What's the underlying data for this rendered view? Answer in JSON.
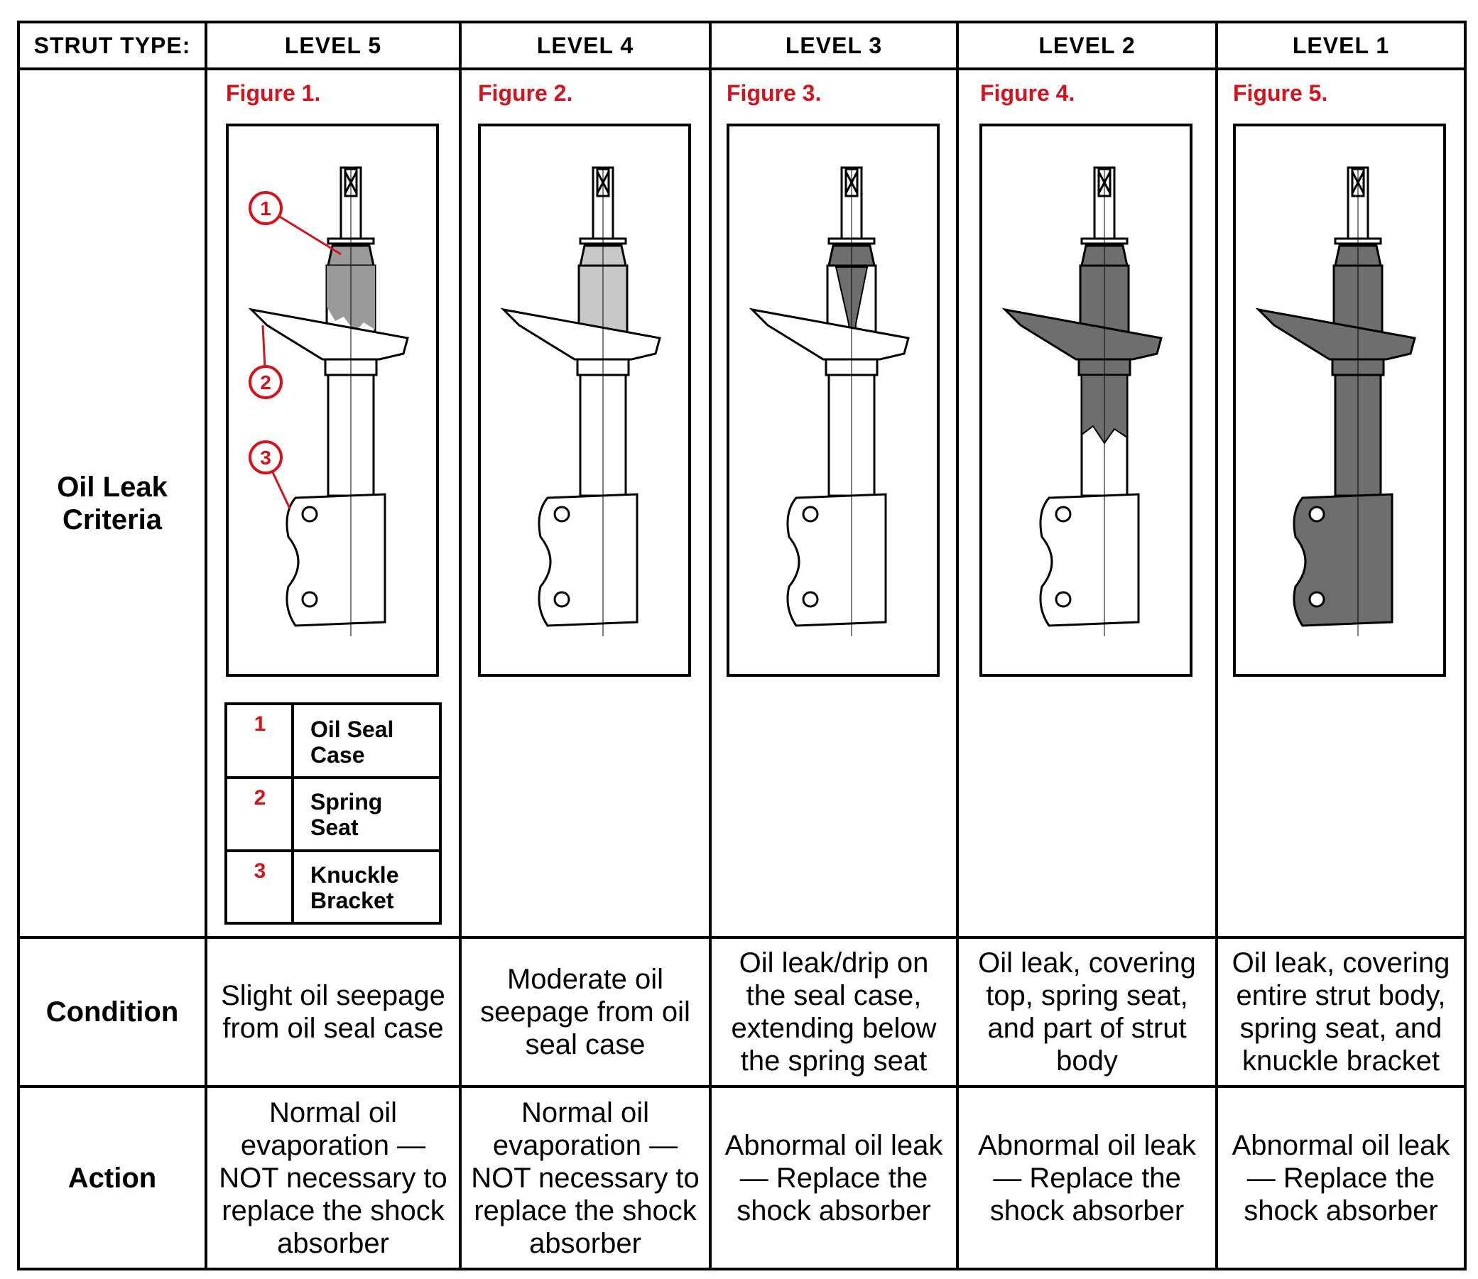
{
  "header": {
    "row_label": "STRUT TYPE:",
    "levels": [
      "LEVEL 5",
      "LEVEL 4",
      "LEVEL 3",
      "LEVEL 2",
      "LEVEL 1"
    ]
  },
  "row_labels": {
    "criteria_line1": "Oil Leak",
    "criteria_line2": "Criteria",
    "condition": "Condition",
    "action": "Action"
  },
  "figures": [
    {
      "label": "Figure 1.",
      "leak": "seal-case-slight"
    },
    {
      "label": "Figure 2.",
      "leak": "seal-case-moderate"
    },
    {
      "label": "Figure 3.",
      "leak": "drip-below-spring-seat"
    },
    {
      "label": "Figure 4.",
      "leak": "top-spring-seat-part-body"
    },
    {
      "label": "Figure 5.",
      "leak": "entire-body-spring-seat-knuckle"
    }
  ],
  "callout_numbers": [
    "1",
    "2",
    "3"
  ],
  "legend": [
    {
      "num": "1",
      "line1": "Oil Seal",
      "line2": "Case"
    },
    {
      "num": "2",
      "line1": "Spring",
      "line2": "Seat"
    },
    {
      "num": "3",
      "line1": "Knuckle",
      "line2": "Bracket"
    }
  ],
  "conditions": [
    "Slight oil seepage from oil seal case",
    "Moderate oil seepage from oil seal case",
    "Oil leak/drip on the seal case, extending below the spring seat",
    "Oil leak, covering top, spring seat, and part of strut body",
    "Oil leak, covering entire strut body, spring seat, and knuckle bracket"
  ],
  "actions": [
    "Normal oil evaporation — NOT necessary to replace the shock absorber",
    "Normal oil evaporation — NOT necessary to replace the shock absorber",
    "Abnormal oil leak — Replace the shock absorber",
    "Abnormal oil leak — Replace the shock absorber",
    "Abnormal oil leak — Replace the shock absorber"
  ],
  "colors": {
    "line": "#000000",
    "accent_red": "#d4141c",
    "leak_light": "#c8c8c8",
    "leak_medium": "#9a9a9a",
    "leak_dark": "#6e6e6e"
  }
}
